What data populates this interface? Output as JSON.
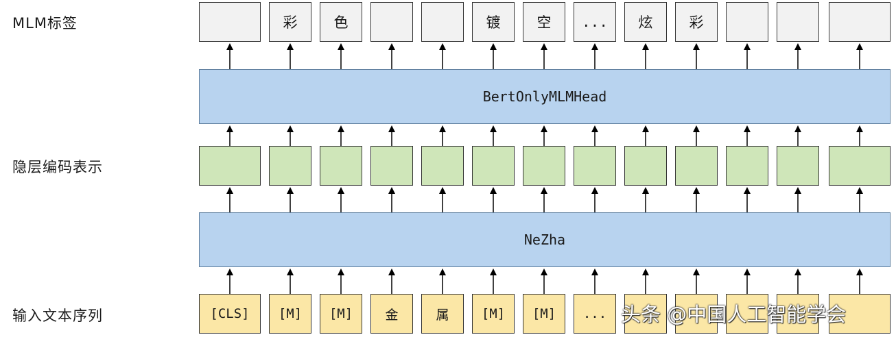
{
  "labels": {
    "mlm": "MLM标签",
    "hidden": "隐层编码表示",
    "input": "输入文本序列"
  },
  "head_label": "BertOnlyMLMHead",
  "encoder_label": "NeZha",
  "mlm_tokens": [
    "",
    "彩",
    "色",
    "",
    "",
    "镀",
    "空",
    "...",
    "炫",
    "彩",
    "",
    "",
    ""
  ],
  "input_tokens": [
    "[CLS]",
    "[M]",
    "[M]",
    "金",
    "属",
    "[M]",
    "[M]",
    "...",
    "",
    "",
    "",
    "",
    ""
  ],
  "watermark": "头条 @中国人工智能学会",
  "colors": {
    "output_box": "#f2f2f2",
    "hidden_box": "#cfe6b9",
    "input_box": "#fbe7a6",
    "bar": "#b8d3ef"
  }
}
